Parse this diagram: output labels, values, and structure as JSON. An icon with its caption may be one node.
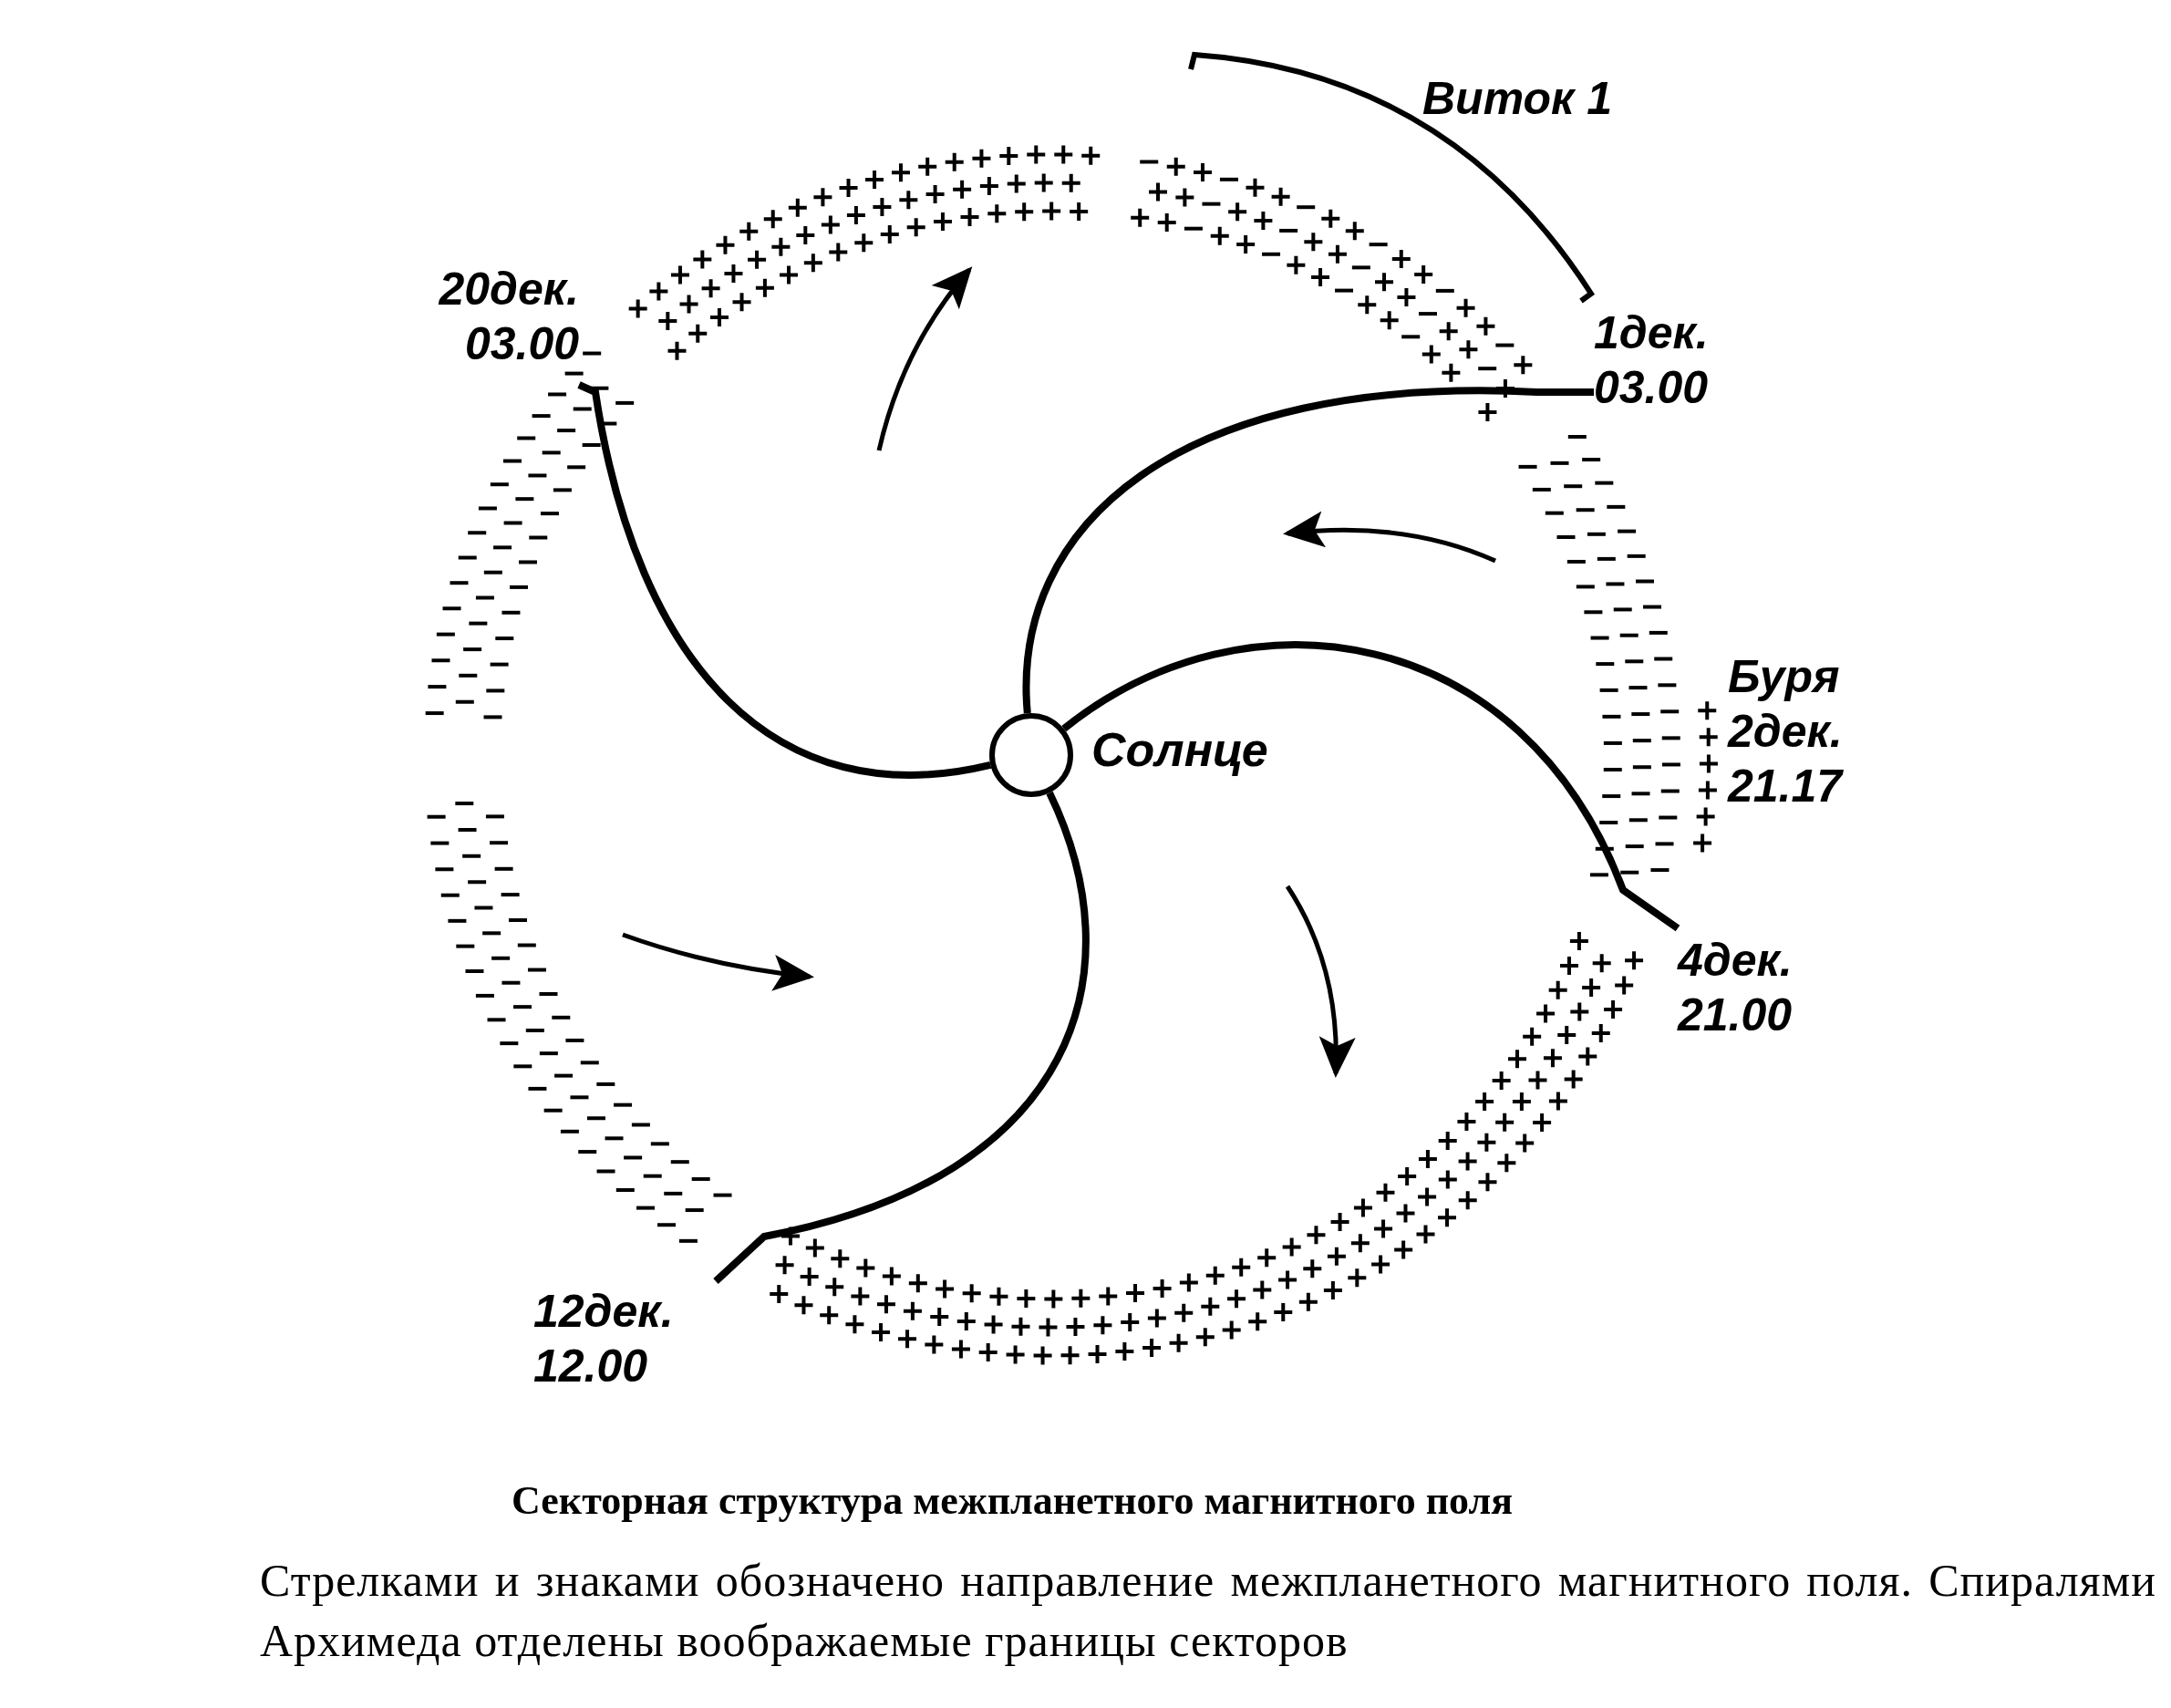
{
  "diagram": {
    "title": "Секторная структура межпланетного магнитного поля",
    "caption": "Стрелками и знаками обозначено направление межпланетного магнитного поля. Спиралями Архимеда отделены воображаемые границы секторов",
    "nodes": [
      {
        "text": [],
        "shape": "circle",
        "beside": [
          "Солнце"
        ]
      },
      {
        "text": [
          "20дек.",
          "03.00"
        ]
      },
      {
        "text": [
          "1дек.",
          "03.00"
        ]
      },
      {
        "text": [
          "4дек.",
          "21.00"
        ]
      },
      {
        "text": [
          "12дек.",
          "12.00"
        ]
      }
    ],
    "edges": [
      {
        "from": 0,
        "to": 1,
        "arrow": "none"
      },
      {
        "from": 0,
        "to": 2,
        "arrow": "none"
      },
      {
        "from": 0,
        "to": 3,
        "arrow": "none"
      },
      {
        "from": 0,
        "to": 4,
        "arrow": "none"
      }
    ],
    "labels": [
      "Виток 1",
      "Буря 2дек. 21.17"
    ]
  }
}
